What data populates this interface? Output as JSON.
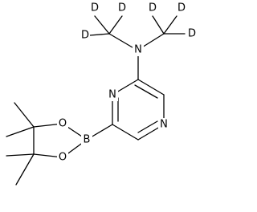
{
  "molecule": {
    "atoms": {
      "D_top_left": "D",
      "D_top_center_left": "D",
      "D_left": "D",
      "D_top_center_right": "D",
      "D_top_right": "D",
      "D_right": "D",
      "N_amine": "N",
      "N_ring_upper": "N",
      "N_ring_lower": "N",
      "B": "B",
      "O_upper": "O",
      "O_lower": "O"
    }
  }
}
